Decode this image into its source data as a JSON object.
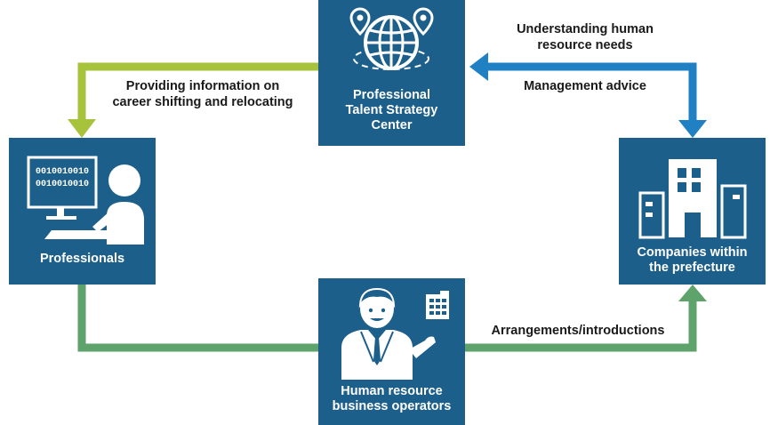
{
  "nodes": {
    "center": {
      "label": "Professional Talent Strategy Center",
      "lines": [
        "Professional",
        "Talent Strategy",
        "Center"
      ]
    },
    "professionals": {
      "label": "Professionals"
    },
    "companies": {
      "label": "Companies within the prefecture",
      "lines": [
        "Companies within",
        "the prefecture"
      ]
    },
    "operators": {
      "label": "Human resource business operators",
      "lines": [
        "Human resource",
        "business operators"
      ]
    }
  },
  "labels": {
    "providing": [
      "Providing information on",
      "career shifting and relocating"
    ],
    "understanding": [
      "Understanding human",
      "resource needs"
    ],
    "management": "Management advice",
    "arrangements": "Arrangements/introductions"
  },
  "icon_texts": {
    "binary_1": "0010010010",
    "binary_2": "0010010010"
  },
  "colors": {
    "box": "#1d5f8b",
    "arrow_blue": "#1f80c4",
    "arrow_lime": "#a7c23b",
    "arrow_green": "#5ea36b"
  },
  "icons": [
    "globe-with-location-pins-icon",
    "computer-user-icon",
    "office-building-icon",
    "businessman-icon",
    "small-building-icon"
  ]
}
